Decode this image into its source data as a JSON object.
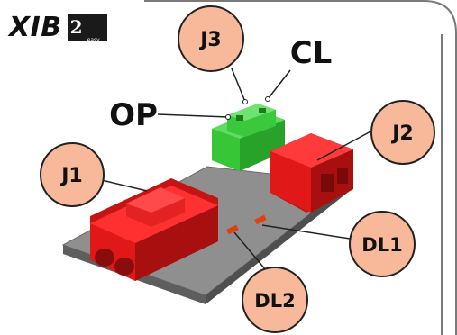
{
  "brand": {
    "name": "XIB",
    "logo_main": "2",
    "logo_sub": "easy"
  },
  "callouts": {
    "j3": "J3",
    "j2": "J2",
    "j1": "J1",
    "dl1": "DL1",
    "dl2": "DL2"
  },
  "labels": {
    "cl": "CL",
    "op": "OP"
  },
  "colors": {
    "callout_fill": "#f7b99a",
    "connector_red": "#e01818",
    "connector_green": "#36c636",
    "board_gray": "#8f8f8f"
  }
}
